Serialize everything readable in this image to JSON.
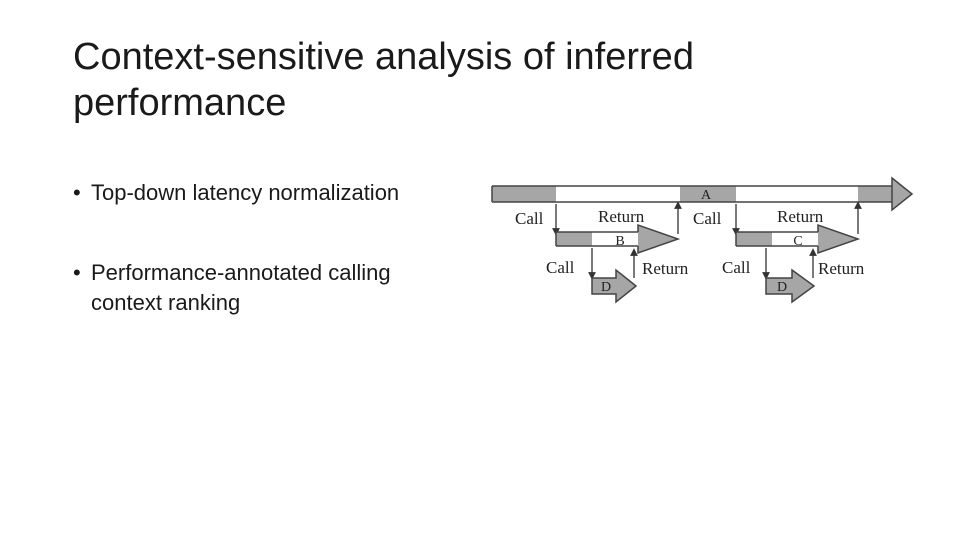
{
  "slide": {
    "title": "Context-sensitive analysis of inferred performance",
    "bullets": [
      "Top-down latency normalization",
      "Performance-annotated calling context ranking"
    ],
    "bullet_marker": "•"
  },
  "diagram": {
    "colors": {
      "dark_segment": "#a6a6a6",
      "light_segment": "#ffffff",
      "outline": "#444444"
    },
    "labels": {
      "a": "A",
      "b": "B",
      "c": "C",
      "d_left": "D",
      "d_right": "D",
      "call_1": "Call",
      "return_1": "Return",
      "call_2": "Call",
      "return_2": "Return",
      "call_3": "Call",
      "return_3": "Return",
      "call_4": "Call",
      "return_4": "Return"
    }
  }
}
